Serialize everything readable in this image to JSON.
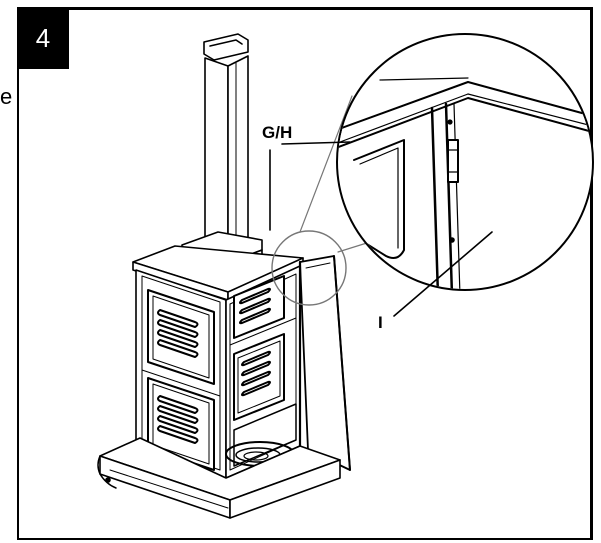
{
  "step": {
    "number": "4"
  },
  "stray_text": "e",
  "callouts": {
    "gh": "G/H",
    "i": "I"
  },
  "colors": {
    "ink": "#000000",
    "background": "#ffffff"
  }
}
